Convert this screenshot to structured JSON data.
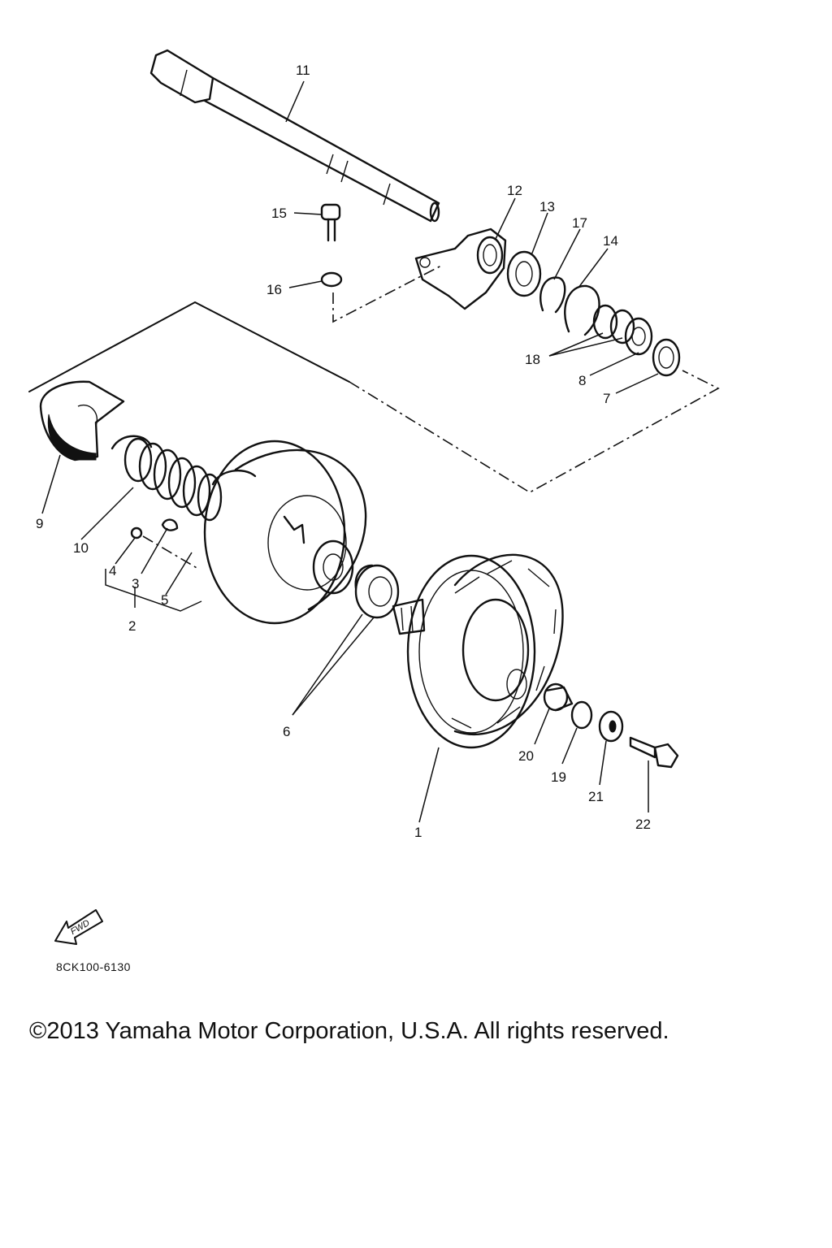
{
  "callouts": [
    "1",
    "2",
    "3",
    "4",
    "5",
    "6",
    "7",
    "8",
    "9",
    "10",
    "11",
    "12",
    "13",
    "14",
    "15",
    "16",
    "17",
    "18",
    "19",
    "20",
    "21",
    "22"
  ],
  "fwd_label": "FWD",
  "diagram_code": "8CK100-6130",
  "copyright": "©2013 Yamaha Motor Corporation, U.S.A. All rights reserved."
}
